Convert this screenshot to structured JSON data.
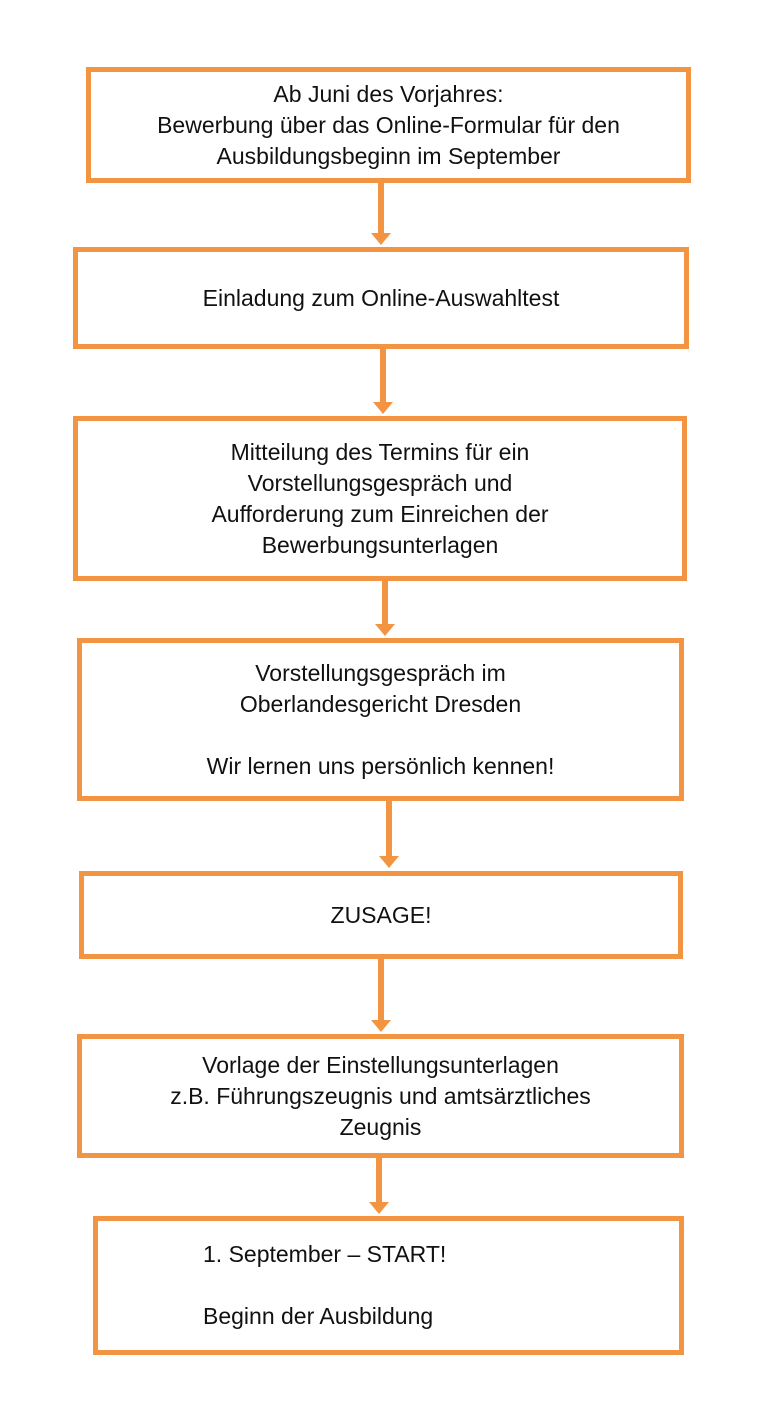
{
  "accent_color": "#f39443",
  "steps": [
    {
      "lines": [
        "Ab Juni des Vorjahres:",
        "Bewerbung über das Online-Formular für den",
        "Ausbildungsbeginn im September"
      ]
    },
    {
      "lines": [
        "Einladung zum Online-Auswahltest"
      ]
    },
    {
      "lines": [
        "Mitteilung des Termins für ein",
        "Vorstellungsgespräch und",
        "Aufforderung zum Einreichen der",
        "Bewerbungsunterlagen"
      ]
    },
    {
      "lines": [
        "Vorstellungsgespräch im",
        "Oberlandesgericht Dresden",
        "Wir lernen uns persönlich kennen!"
      ]
    },
    {
      "lines": [
        "ZUSAGE!"
      ]
    },
    {
      "lines": [
        "Vorlage der Einstellungsunterlagen",
        "z.B. Führungszeugnis und amtsärztliches",
        "Zeugnis"
      ]
    },
    {
      "lines": [
        "1. September – START!",
        "Beginn der Ausbildung"
      ]
    }
  ]
}
